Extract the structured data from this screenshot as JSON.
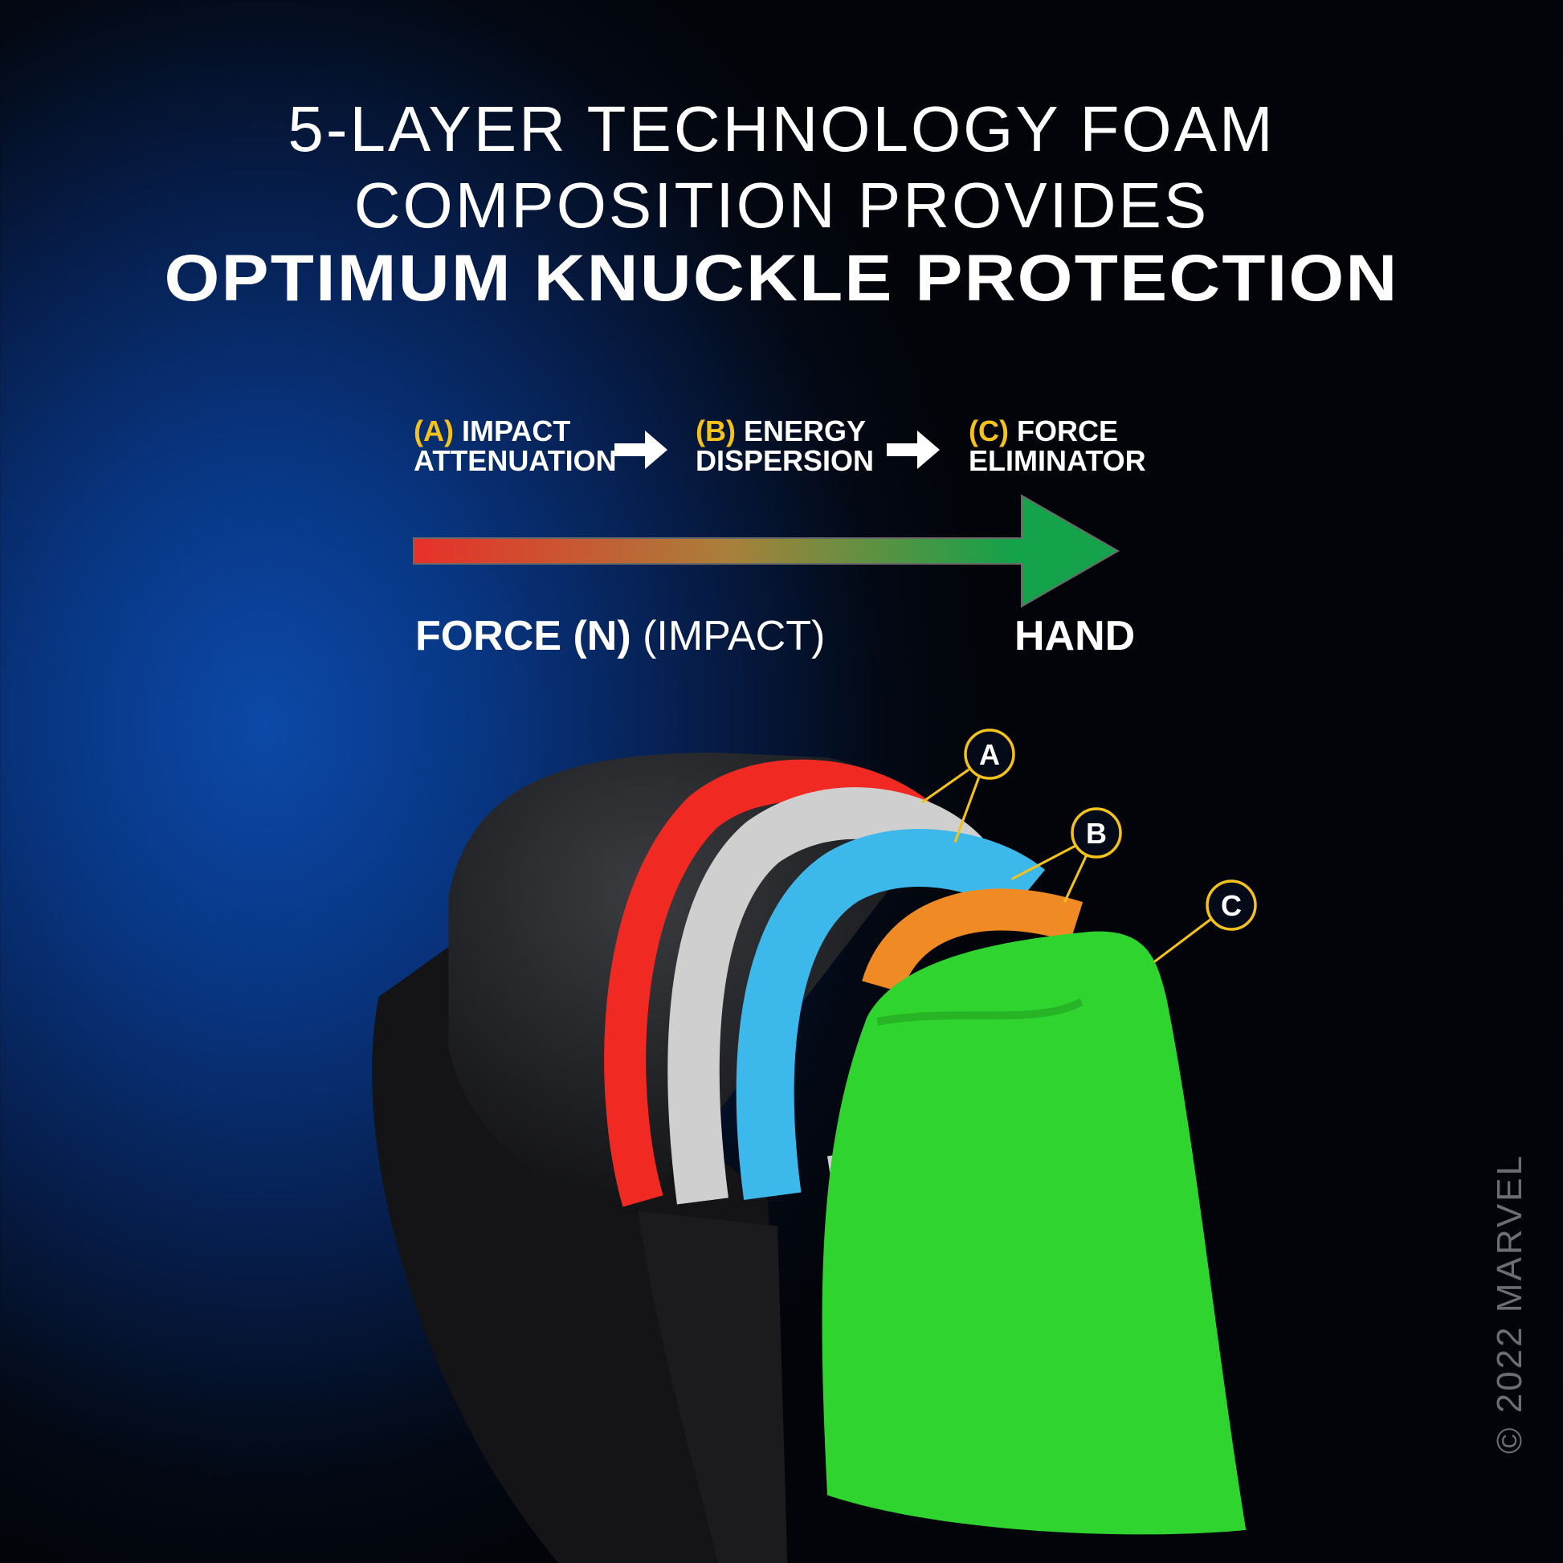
{
  "title": {
    "line1": "5-LAYER TECHNOLOGY FOAM",
    "line2": "COMPOSITION PROVIDES",
    "line3": "OPTIMUM KNUCKLE PROTECTION"
  },
  "steps": [
    {
      "letter": "(A)",
      "line1": "IMPACT",
      "line2": "ATTENUATION"
    },
    {
      "letter": "(B)",
      "line1": "ENERGY",
      "line2": "DISPERSION"
    },
    {
      "letter": "(C)",
      "line1": "FORCE",
      "line2": "ELIMINATOR"
    }
  ],
  "force_axis": {
    "start_bold": "FORCE (N)",
    "start_thin": "(IMPACT)",
    "end": "HAND",
    "gradient_start": "#e8302a",
    "gradient_end": "#14a24a"
  },
  "callouts": [
    "A",
    "B",
    "C"
  ],
  "colors": {
    "accent": "#f4c21a",
    "layer_red": "#f02a22",
    "layer_gray": "#cfcfcf",
    "layer_blue": "#3cb8ea",
    "layer_orange": "#f08a24",
    "layer_green": "#2fd42f"
  },
  "copyright": "© 2022 MARVEL"
}
